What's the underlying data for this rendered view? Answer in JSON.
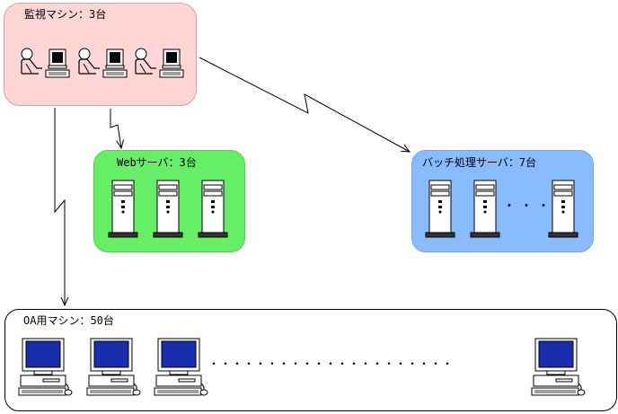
{
  "groups": {
    "monitor": {
      "label": "監視マシン：3台",
      "fill": "#ffd6d6"
    },
    "web": {
      "label": "Webサーバ：3台",
      "fill": "#66ee66"
    },
    "batch": {
      "label": "バッチ処理サーバ：7台",
      "fill": "#88bbff",
      "ellipsis": "・・・"
    },
    "oa": {
      "label": "OA用マシン：50台",
      "fill": "#ffffff",
      "ellipsis": "・・・・・・・・・・・・・・・・・・・・・"
    }
  },
  "icons": {
    "operator": "operator-workstation-icon",
    "server": "server-tower-icon",
    "pc": "desktop-pc-icon"
  },
  "colors": {
    "screen": "#1a2db0",
    "line": "#000000"
  }
}
